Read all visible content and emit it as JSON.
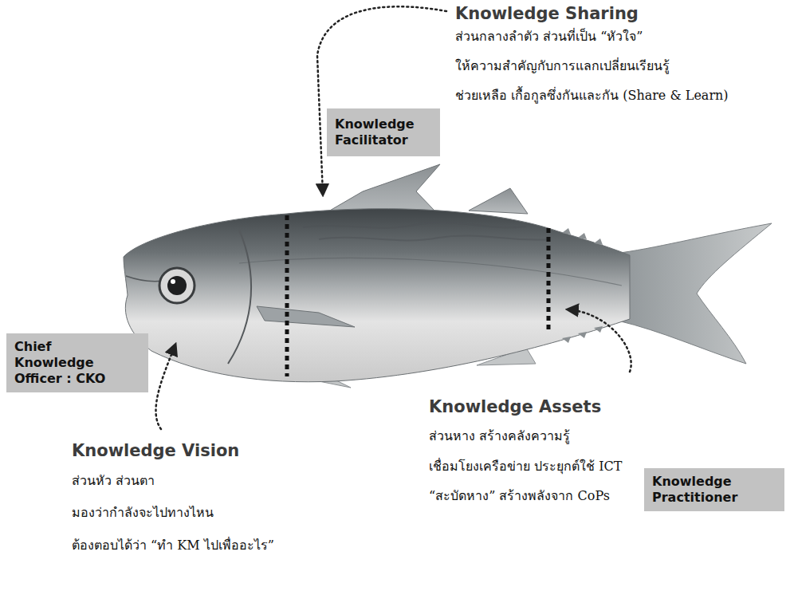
{
  "diagram": {
    "nodes": [
      {
        "text": [
          "Knowledge Facilitator"
        ]
      },
      {
        "text": [
          "Chief Knowledge Officer : CKO"
        ]
      },
      {
        "text": [
          "Knowledge Practitioner"
        ]
      }
    ],
    "labels": [
      "Knowledge Sharing",
      "ส่วนกลางลำตัว ส่วนที่เป็น “หัวใจ”",
      "ให้ความสำคัญกับการแลกเปลี่ยนเรียนรู้",
      "ช่วยเหลือ เกื้อกูลซึ่งกันและกัน (Share & Learn)",
      "Knowledge Vision",
      "ส่วนหัว ส่วนตา",
      "มองว่ากำลังจะไปทางไหน",
      "ต้องตอบได้ว่า “ทำ KM ไปเพื่ออะไร”",
      "Knowledge Assets",
      "ส่วนหาง สร้างคลังความรู้",
      "เชื่อมโยงเครือข่าย ประยุกต์ใช้ ICT",
      "“สะบัดหาง” สร้างพลังจาก CoPs"
    ]
  }
}
